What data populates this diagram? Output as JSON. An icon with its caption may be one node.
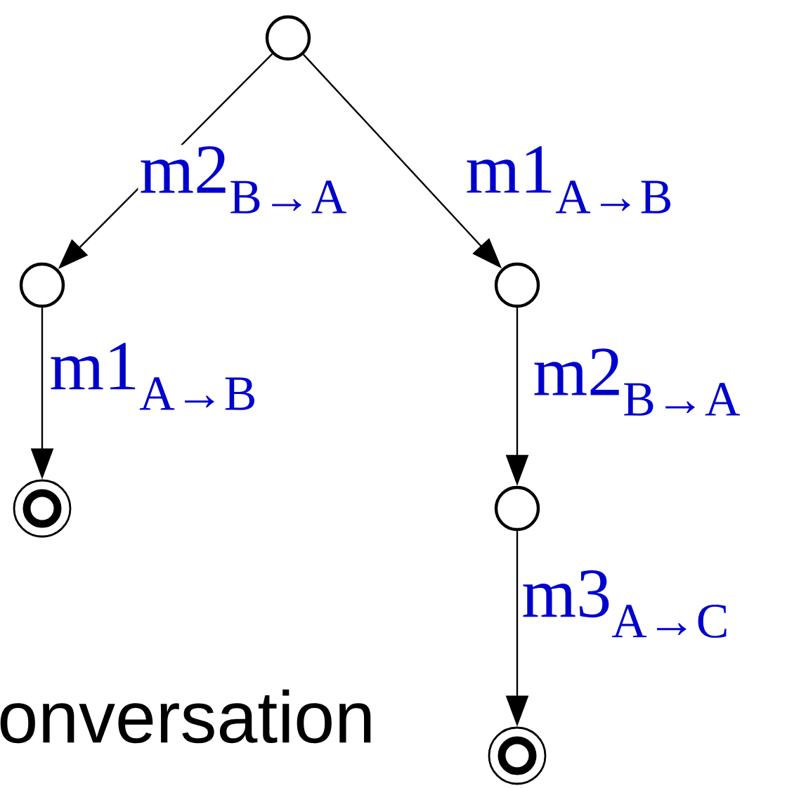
{
  "diagram": {
    "nodes": [
      {
        "text": [],
        "shape": "circle"
      },
      {
        "text": [],
        "shape": "circle"
      },
      {
        "text": [],
        "shape": "circle"
      },
      {
        "text": [],
        "shape": "double-circle"
      },
      {
        "text": [],
        "shape": "circle"
      },
      {
        "text": [],
        "shape": "double-circle"
      }
    ],
    "edges": [
      {
        "from": 0,
        "to": 1,
        "arrow": "to",
        "label": "m2$_{B→A}$"
      },
      {
        "from": 0,
        "to": 2,
        "arrow": "to",
        "label": "m1$_{A→B}$"
      },
      {
        "from": 1,
        "to": 3,
        "arrow": "to",
        "label": "m1$_{A→B}$"
      },
      {
        "from": 2,
        "to": 4,
        "arrow": "to",
        "label": "m2$_{B→A}$"
      },
      {
        "from": 4,
        "to": 5,
        "arrow": "to",
        "label": "m3$_{A→C}$"
      }
    ],
    "labels": [
      "onversation"
    ]
  }
}
